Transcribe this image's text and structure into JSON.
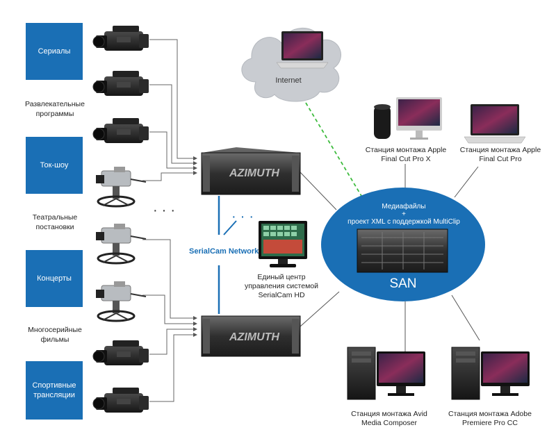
{
  "categories": [
    {
      "label": "Сериалы",
      "style": "box"
    },
    {
      "label": "Развлекательные программы",
      "style": "text"
    },
    {
      "label": "Ток-шоу",
      "style": "box"
    },
    {
      "label": "Театральные постановки",
      "style": "text"
    },
    {
      "label": "Концерты",
      "style": "box"
    },
    {
      "label": "Многосерийные фильмы",
      "style": "text"
    },
    {
      "label": "Спортивные трансляции",
      "style": "box"
    }
  ],
  "internet": {
    "label": "Internet"
  },
  "network": {
    "label": "SerialCam Network"
  },
  "control_center": {
    "label": "Единый центр управления системой SerialCam HD"
  },
  "servers": {
    "brand": "AZIMUTH"
  },
  "san": {
    "caption_line1": "Медиафайлы",
    "caption_line2": "+",
    "caption_line3": "проект XML с поддержкой MultiClip",
    "title": "SAN"
  },
  "stations": {
    "fcpx": "Станция монтажа Apple Final Cut Pro X",
    "fcp": "Станция монтажа Apple Final Cut Pro",
    "avid": "Станция монтажа Avid Media Composer",
    "premiere": "Станция монтажа Adobe Premiere Pro CC"
  },
  "colors": {
    "accent": "#1a6fb5",
    "wire": "#555555",
    "link_dashed": "#3dbb3d",
    "cloud": "#c9ccd1"
  },
  "icons": [
    "camcorder-icon",
    "studio-camera-icon",
    "server-icon",
    "laptop-icon",
    "monitor-icon",
    "workstation-icon",
    "mac-pro-icon",
    "cloud-icon",
    "storage-array-icon"
  ]
}
